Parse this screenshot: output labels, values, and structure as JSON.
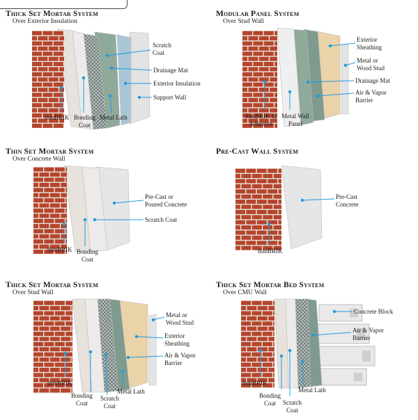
{
  "panels": [
    {
      "title": "Thick Set Mortar System",
      "subtitle": "Over Exterior Insulation",
      "labels": {
        "scratch": "Scratch\nCoat",
        "drainage": "Drainage Mat",
        "insulation": "Exterior Insulation",
        "support": "Support Wall",
        "thinbrik": "thinBRIK",
        "bonding": "Bonding\nCoat",
        "lath": "Metal Lath"
      }
    },
    {
      "title": "Modular Panel System",
      "subtitle": "Over Stud Wall",
      "labels": {
        "sheathing": "Exterior\nSheathing",
        "stud": "Metal or\nWood Stud",
        "drainage": "Drainage Mat",
        "vapor": "Air & Vapor\nBarrier",
        "thinbrik": "thinBRIK &\nAdhesive",
        "panel": "Metal Wall\nPanel"
      }
    },
    {
      "title": "Thin Set Mortar System",
      "subtitle": "Over Concrete Wall",
      "labels": {
        "concrete": "Pre-Cast or\nPoured Concrete",
        "scratch": "Scratch Coat",
        "thinbrik": "thinBRIK",
        "bonding": "Bonding\nCoat"
      }
    },
    {
      "title": "Pre-Cast Wall System",
      "subtitle": "",
      "labels": {
        "concrete": "Pre-Cast\nConcrete",
        "thinbrik": "thinBRIK"
      }
    },
    {
      "title": "Thick Set Mortar System",
      "subtitle": "Over Stud Wall",
      "labels": {
        "stud": "Metal or\nWood Stud",
        "sheathing": "Exterior\nSheathing",
        "vapor": "Air & Vapor\nBarrier",
        "thinbrik": "thinBRIK",
        "bonding": "Bonding\nCoat",
        "scratch": "Scratch\nCoat",
        "lath": "Metal Lath"
      }
    },
    {
      "title": "Thick Set Mortar Bed System",
      "subtitle": "Over CMU Wall",
      "labels": {
        "block": "Concrete Block",
        "vapor": "Air & Vapor\nBarrier",
        "thinbrik": "thinBRIK",
        "bonding": "Bonding\nCoat",
        "scratch": "Scratch\nCoat",
        "lath": "Metal Lath"
      }
    }
  ],
  "colors": {
    "brick": "#b5452c",
    "mortar": "#e7e2dc",
    "scratch": "#ecebe9",
    "drainage": "#8fa99a",
    "insulation": "#a9c6d6",
    "support": "#e3e3e1",
    "sheathing": "#ead3a8",
    "concrete": "#e6e6e6",
    "vapor": "#7f9a8e",
    "callout": "#1e9be0"
  }
}
